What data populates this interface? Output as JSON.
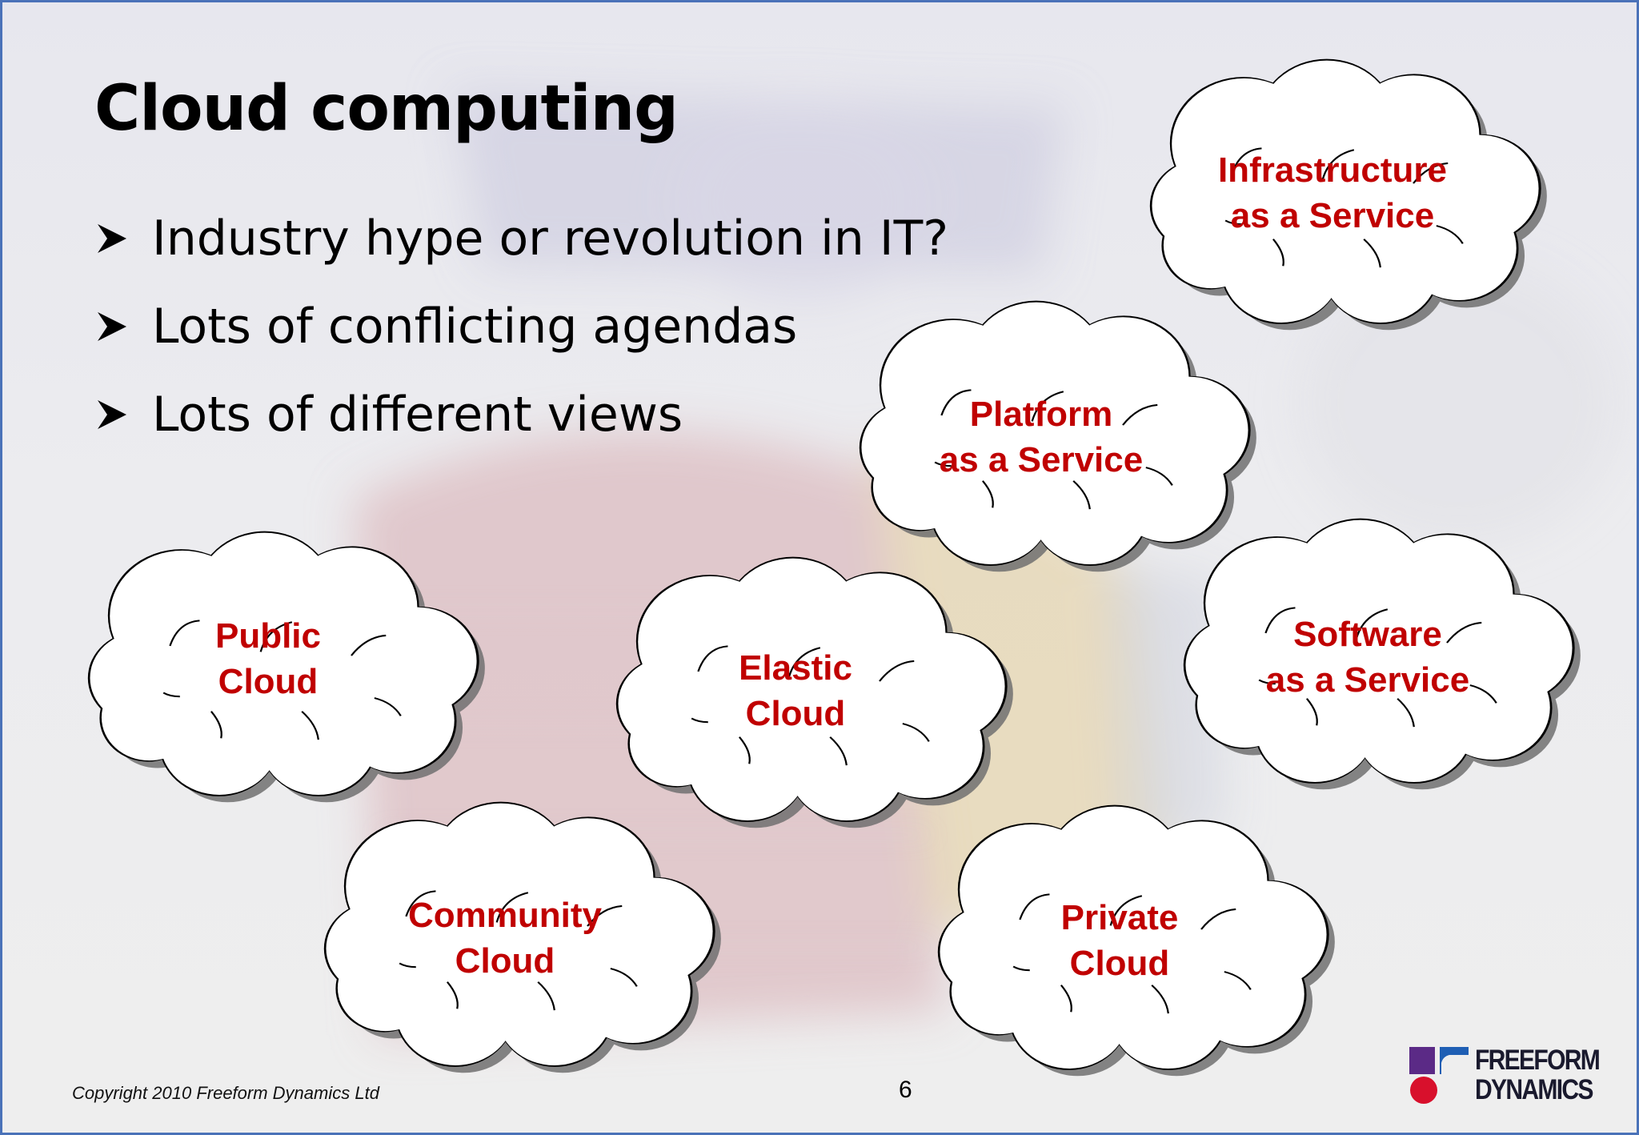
{
  "slide": {
    "title": "Cloud computing",
    "bullets": [
      "Industry hype or revolution in IT?",
      "Lots of conflicting agendas",
      "Lots of different views"
    ],
    "clouds": [
      {
        "id": "infrastructure",
        "lines": [
          "Infrastructure",
          "as a Service"
        ]
      },
      {
        "id": "platform",
        "lines": [
          "Platform",
          "as a Service"
        ]
      },
      {
        "id": "public",
        "lines": [
          "Public",
          "Cloud"
        ]
      },
      {
        "id": "elastic",
        "lines": [
          "Elastic",
          "Cloud"
        ]
      },
      {
        "id": "software",
        "lines": [
          "Software",
          "as a Service"
        ]
      },
      {
        "id": "community",
        "lines": [
          "Community",
          "Cloud"
        ]
      },
      {
        "id": "private",
        "lines": [
          "Private",
          "Cloud"
        ]
      }
    ],
    "footer": {
      "copyright": "Copyright 2010 Freeform Dynamics Ltd",
      "page_number": "6"
    },
    "logo": {
      "line1": "FREEFORM",
      "line2": "DYNAMICS"
    }
  },
  "colors": {
    "cloud_text": "#c00000",
    "border": "#4a72b8",
    "logo_purple": "#5b2a86",
    "logo_blue": "#1f5fb4",
    "logo_red": "#d8102c"
  }
}
